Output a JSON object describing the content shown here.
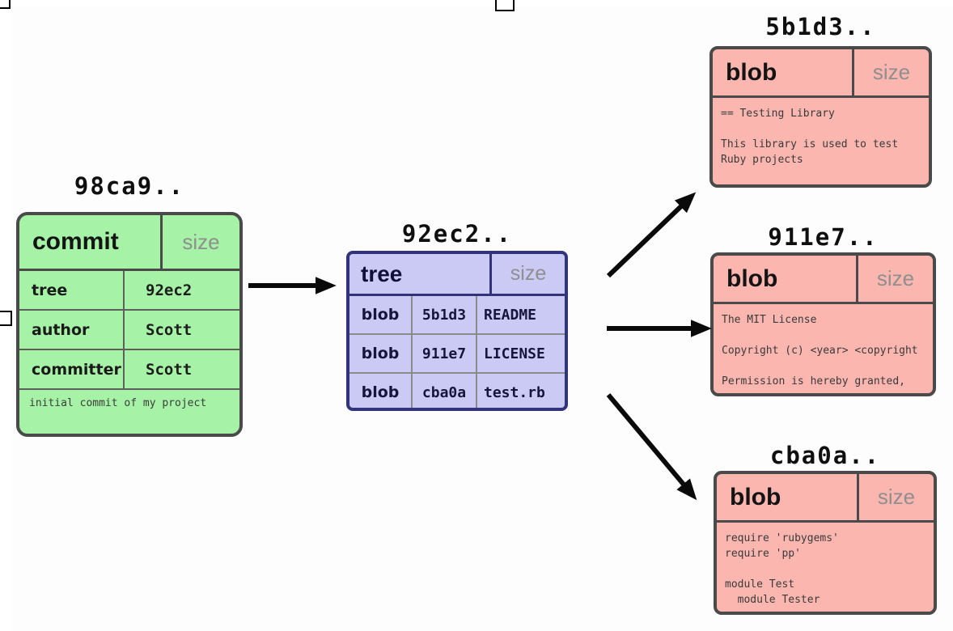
{
  "colors": {
    "commit_fill": "#a6f2a6",
    "commit_border": "#4a4a4a",
    "tree_fill": "#cacaf5",
    "tree_border": "#33337a",
    "blob_fill": "#fbb6b0",
    "blob_border": "#4a4a4a",
    "size_text": "#8f8f8f",
    "arrow": "#0a0a0a"
  },
  "diagram": {
    "commit": {
      "id": "98ca9..",
      "type_label": "commit",
      "size_label": "size",
      "rows": [
        {
          "key": "tree",
          "value": "92ec2"
        },
        {
          "key": "author",
          "value": "Scott"
        },
        {
          "key": "committer",
          "value": "Scott"
        }
      ],
      "message": "initial commit of my project"
    },
    "tree": {
      "id": "92ec2..",
      "type_label": "tree",
      "size_label": "size",
      "entries": [
        {
          "type": "blob",
          "hash": "5b1d3",
          "name": "README"
        },
        {
          "type": "blob",
          "hash": "911e7",
          "name": "LICENSE"
        },
        {
          "type": "blob",
          "hash": "cba0a",
          "name": "test.rb"
        }
      ]
    },
    "blobs": [
      {
        "id": "5b1d3..",
        "type_label": "blob",
        "size_label": "size",
        "lines": [
          "== Testing Library",
          "",
          "This library is used to test",
          "Ruby projects"
        ]
      },
      {
        "id": "911e7..",
        "type_label": "blob",
        "size_label": "size",
        "lines": [
          "The MIT License",
          "",
          "Copyright (c) <year> <copyright",
          "",
          "Permission is hereby granted,"
        ]
      },
      {
        "id": "cba0a..",
        "type_label": "blob",
        "size_label": "size",
        "lines": [
          "require 'rubygems'",
          "require 'pp'",
          "",
          "module Test",
          "  module Tester"
        ]
      }
    ]
  }
}
